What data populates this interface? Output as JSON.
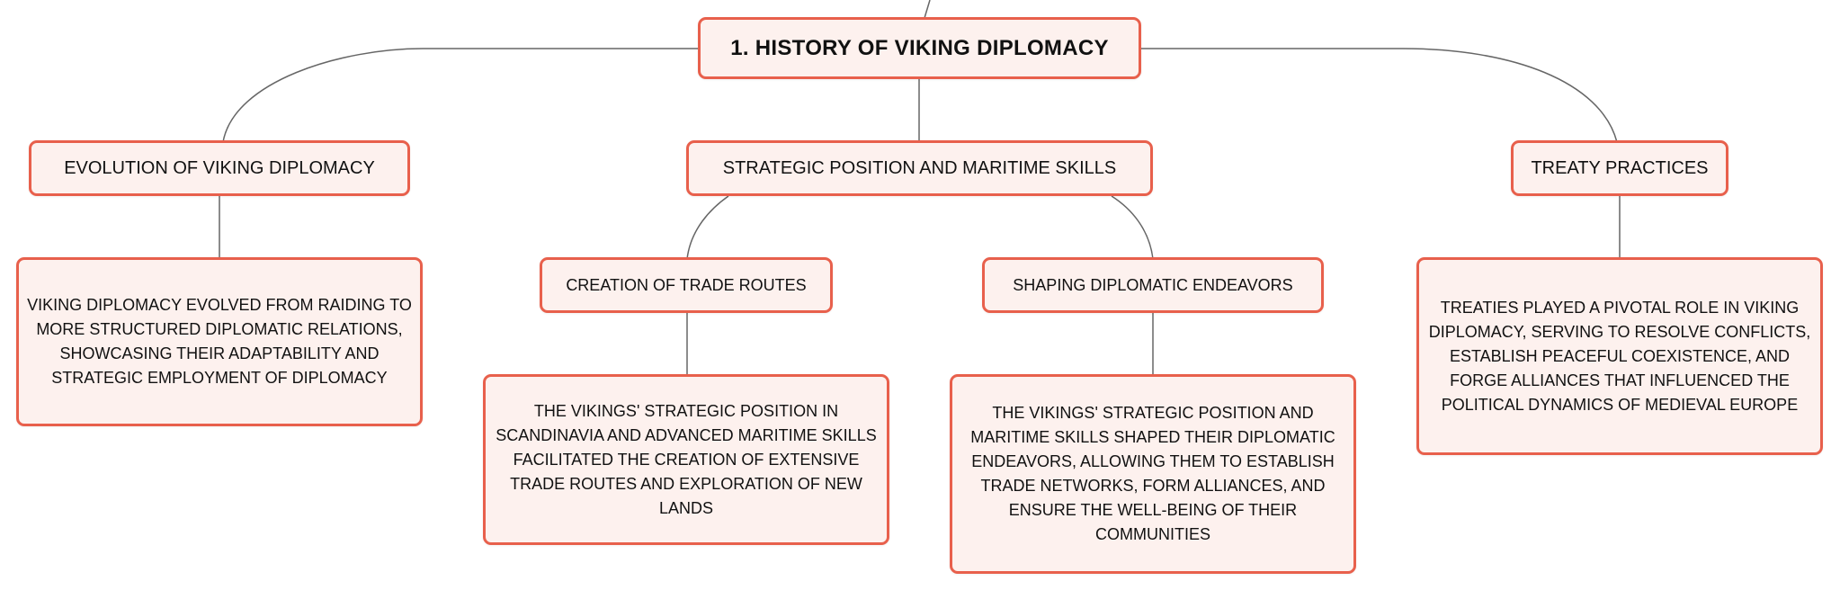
{
  "diagram": {
    "root": {
      "label": "1. HISTORY OF VIKING DIPLOMACY"
    },
    "evolution": {
      "label": "EVOLUTION OF VIKING DIPLOMACY",
      "detail": "VIKING DIPLOMACY EVOLVED FROM RAIDING TO MORE STRUCTURED DIPLOMATIC RELATIONS, SHOWCASING THEIR ADAPTABILITY AND STRATEGIC EMPLOYMENT OF DIPLOMACY"
    },
    "strategic": {
      "label": "STRATEGIC POSITION AND MARITIME SKILLS",
      "trade": {
        "label": "CREATION OF TRADE ROUTES",
        "detail": "THE VIKINGS' STRATEGIC POSITION IN SCANDINAVIA AND ADVANCED MARITIME SKILLS FACILITATED THE CREATION OF EXTENSIVE TRADE ROUTES AND EXPLORATION OF NEW LANDS"
      },
      "shaping": {
        "label": "SHAPING DIPLOMATIC ENDEAVORS",
        "detail": "THE VIKINGS' STRATEGIC POSITION AND MARITIME SKILLS SHAPED THEIR DIPLOMATIC ENDEAVORS, ALLOWING THEM TO ESTABLISH TRADE NETWORKS, FORM ALLIANCES, AND ENSURE THE WELL-BEING OF THEIR COMMUNITIES"
      }
    },
    "treaty": {
      "label": "TREATY PRACTICES",
      "detail": "TREATIES PLAYED A PIVOTAL ROLE IN VIKING DIPLOMACY, SERVING TO RESOLVE CONFLICTS, ESTABLISH PEACEFUL COEXISTENCE, AND FORGE ALLIANCES THAT INFLUENCED THE POLITICAL DYNAMICS OF MEDIEVAL EUROPE"
    }
  },
  "colors": {
    "node_border": "#e8604c",
    "node_fill": "#fdf1ee",
    "connector": "#666666"
  }
}
